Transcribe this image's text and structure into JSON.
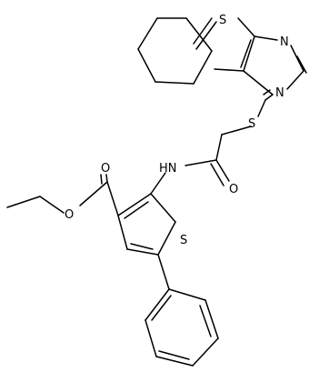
{
  "molecule": {
    "atom_labels": {
      "s_thienopyrimidine": "S",
      "n_pyrimidine_top": "N",
      "n_pyrimidine_bottom": "N",
      "s_thioether": "S",
      "nh_amide": "HN",
      "o_amide": "O",
      "o_ester_carbonyl": "O",
      "o_ester_ether": "O",
      "s_thiophene": "S"
    }
  }
}
